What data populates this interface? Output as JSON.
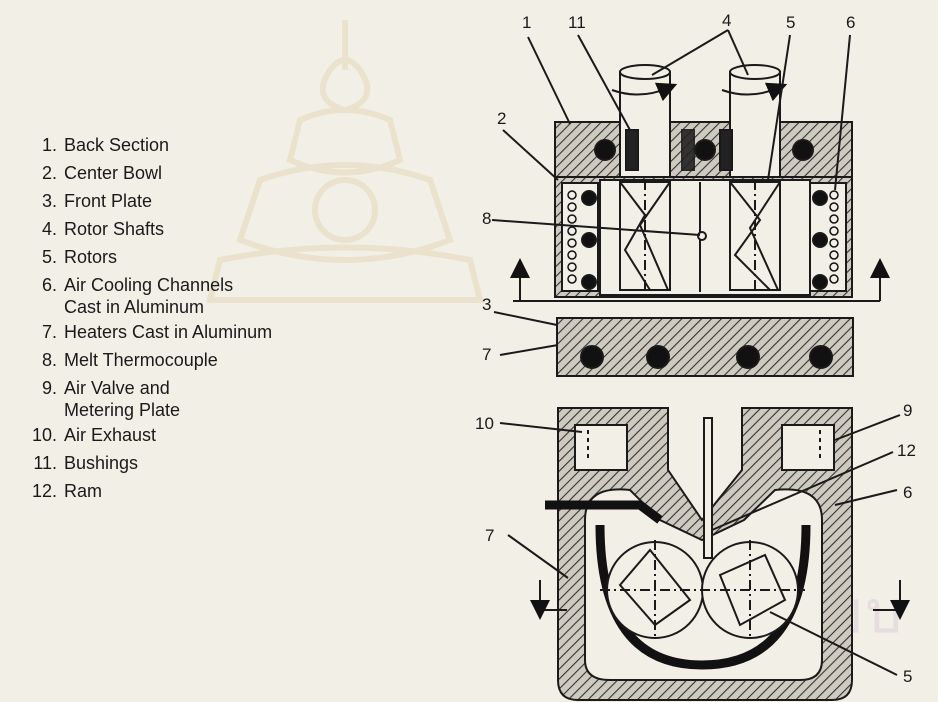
{
  "legend": {
    "items": [
      {
        "num": "1.",
        "line1": "Back Section",
        "line2": ""
      },
      {
        "num": "2.",
        "line1": "Center Bowl",
        "line2": ""
      },
      {
        "num": "3.",
        "line1": "Front Plate",
        "line2": ""
      },
      {
        "num": "4.",
        "line1": "Rotor Shafts",
        "line2": ""
      },
      {
        "num": "5.",
        "line1": "Rotors",
        "line2": ""
      },
      {
        "num": "6.",
        "line1": "Air Cooling Channels",
        "line2": "Cast in Aluminum"
      },
      {
        "num": "7.",
        "line1": "Heaters Cast in Aluminum",
        "line2": ""
      },
      {
        "num": "8.",
        "line1": "Melt Thermocouple",
        "line2": ""
      },
      {
        "num": "9.",
        "line1": "Air Valve and",
        "line2": "Metering Plate"
      },
      {
        "num": "10.",
        "line1": "Air Exhaust",
        "line2": ""
      },
      {
        "num": "11.",
        "line1": "Bushings",
        "line2": ""
      },
      {
        "num": "12.",
        "line1": "Ram",
        "line2": ""
      }
    ]
  },
  "top_view": {
    "callouts": [
      "1",
      "11",
      "4",
      "5",
      "6",
      "2",
      "8",
      "3",
      "7"
    ]
  },
  "bottom_view": {
    "callouts": [
      "10",
      "9",
      "12",
      "6",
      "7",
      "5"
    ]
  },
  "watermark": {
    "text": "สถาบันวิทยบ"
  },
  "colors": {
    "background": "#f2efe6",
    "ink": "#1a1a1a",
    "hatch": "#555555",
    "watermark": "#e6dede"
  }
}
